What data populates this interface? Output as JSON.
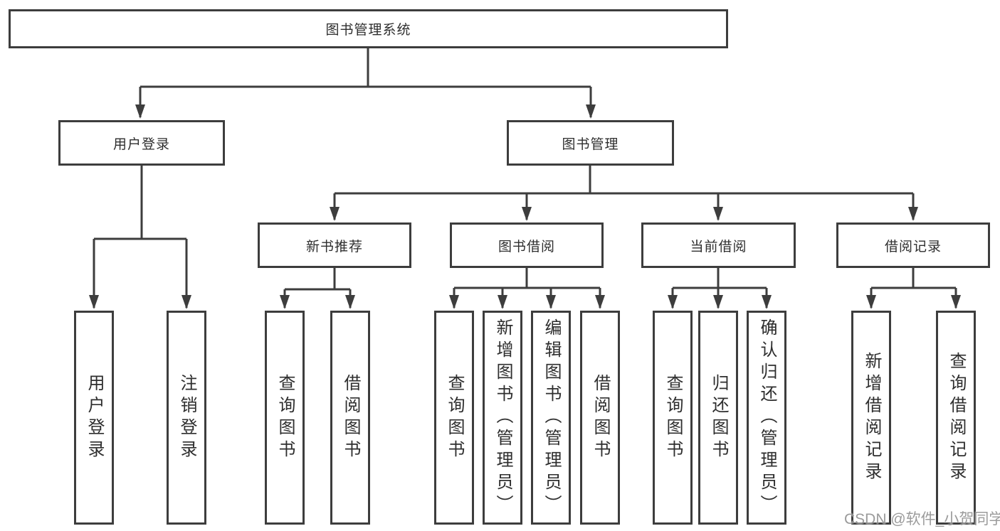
{
  "colors": {
    "background": "#ffffff",
    "line": "#3d3d3d",
    "box_border": "#3d3d3d",
    "box_fill": "#ffffff",
    "text": "#2e2e2e",
    "watermark": "#8a8a8a"
  },
  "watermark": {
    "text": "CSDN @软件_小贺同学"
  },
  "tree": {
    "label": "图书管理系统",
    "children": [
      {
        "label": "用户登录",
        "children": [
          {
            "label": "用户登录"
          },
          {
            "label": "注销登录"
          }
        ]
      },
      {
        "label": "图书管理",
        "children": [
          {
            "label": "新书推荐",
            "children": [
              {
                "label": "查询图书"
              },
              {
                "label": "借阅图书"
              }
            ]
          },
          {
            "label": "图书借阅",
            "children": [
              {
                "label": "查询图书"
              },
              {
                "label": "新增图书（管理员）"
              },
              {
                "label": "编辑图书（管理员）"
              },
              {
                "label": "借阅图书"
              }
            ]
          },
          {
            "label": "当前借阅",
            "children": [
              {
                "label": "查询图书"
              },
              {
                "label": "归还图书"
              },
              {
                "label": "确认归还（管理员）"
              }
            ]
          },
          {
            "label": "借阅记录",
            "children": [
              {
                "label": "新增借阅记录"
              },
              {
                "label": "查询借阅记录"
              }
            ]
          }
        ]
      }
    ]
  }
}
